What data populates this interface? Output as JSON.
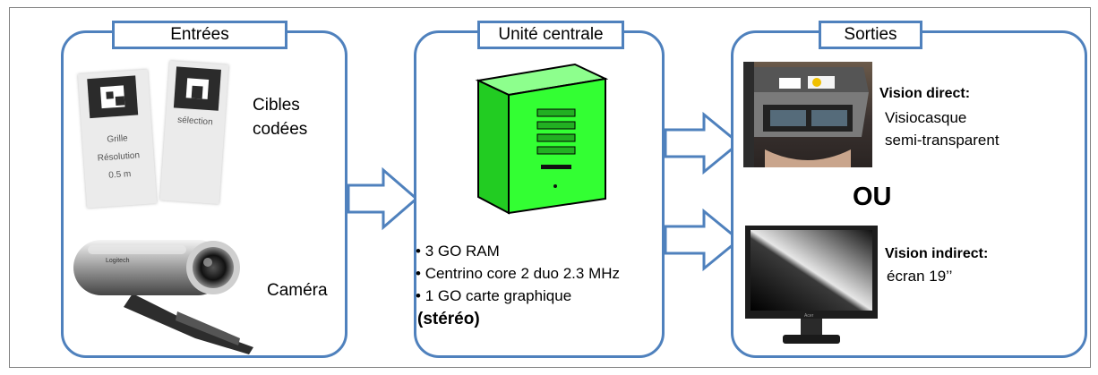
{
  "inputs": {
    "title": "Entrées",
    "targets_label_line1": "Cibles",
    "targets_label_line2": "codées",
    "card1_lines": [
      "Grille",
      "Résolution",
      "0.5 m"
    ],
    "card2_text": "sélection",
    "camera_label": "Caméra",
    "camera_brand": "Logitech"
  },
  "central": {
    "title": "Unité centrale",
    "specs": [
      "3 GO RAM",
      "Centrino core 2 duo 2.3 MHz",
      "1 GO carte graphique"
    ],
    "specs_bold": "(stéréo)"
  },
  "outputs": {
    "title": "Sorties",
    "direct_title": "Vision direct:",
    "direct_line1": "Visiocasque",
    "direct_line2": "semi-transparent",
    "or_label": "OU",
    "indirect_title": "Vision indirect:",
    "indirect_line1": "écran 19’’",
    "monitor_brand": "Acer"
  },
  "colors": {
    "panel_border": "#4f81bd",
    "server_green": "#33ff33"
  }
}
